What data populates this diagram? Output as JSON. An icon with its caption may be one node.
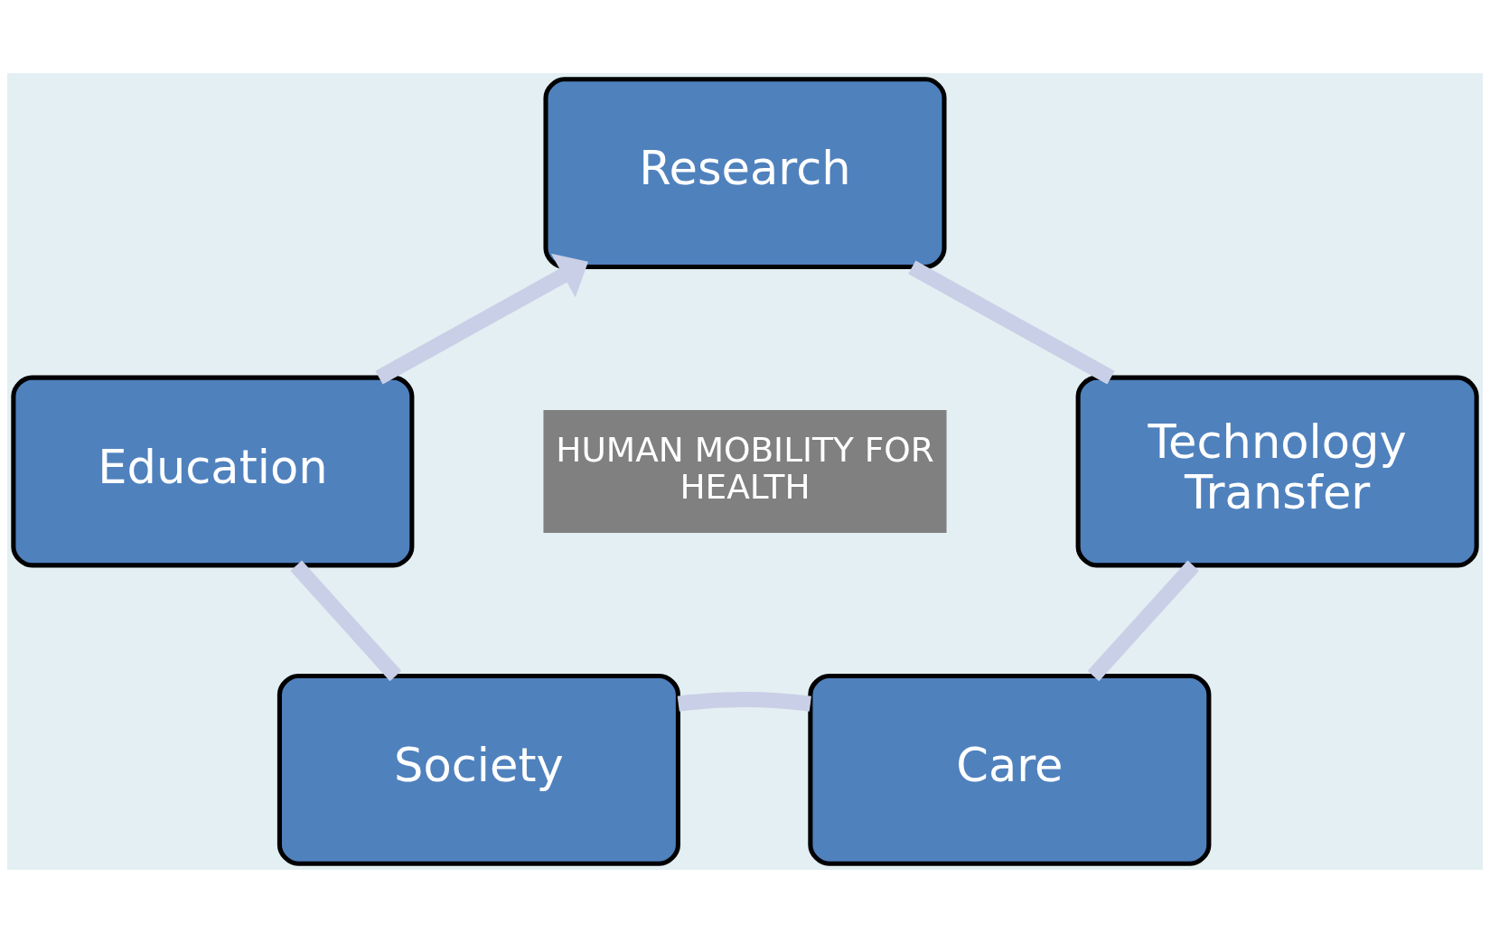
{
  "diagram": {
    "nodes": [
      {
        "text": [
          "Research"
        ]
      },
      {
        "text": [
          "Education"
        ]
      },
      {
        "text": [
          "HUMAN MOBILITY FOR HEALTH"
        ]
      },
      {
        "text": [
          "Technology Transfer"
        ]
      },
      {
        "text": [
          "Society"
        ]
      },
      {
        "text": [
          "Care"
        ]
      }
    ],
    "edges": [
      {
        "from": 0,
        "to": 3,
        "arrow": "none"
      },
      {
        "from": 3,
        "to": 5,
        "arrow": "none"
      },
      {
        "from": 5,
        "to": 4,
        "arrow": "none"
      },
      {
        "from": 4,
        "to": 1,
        "arrow": "none"
      },
      {
        "from": 1,
        "to": 0,
        "arrow": "to"
      }
    ]
  }
}
